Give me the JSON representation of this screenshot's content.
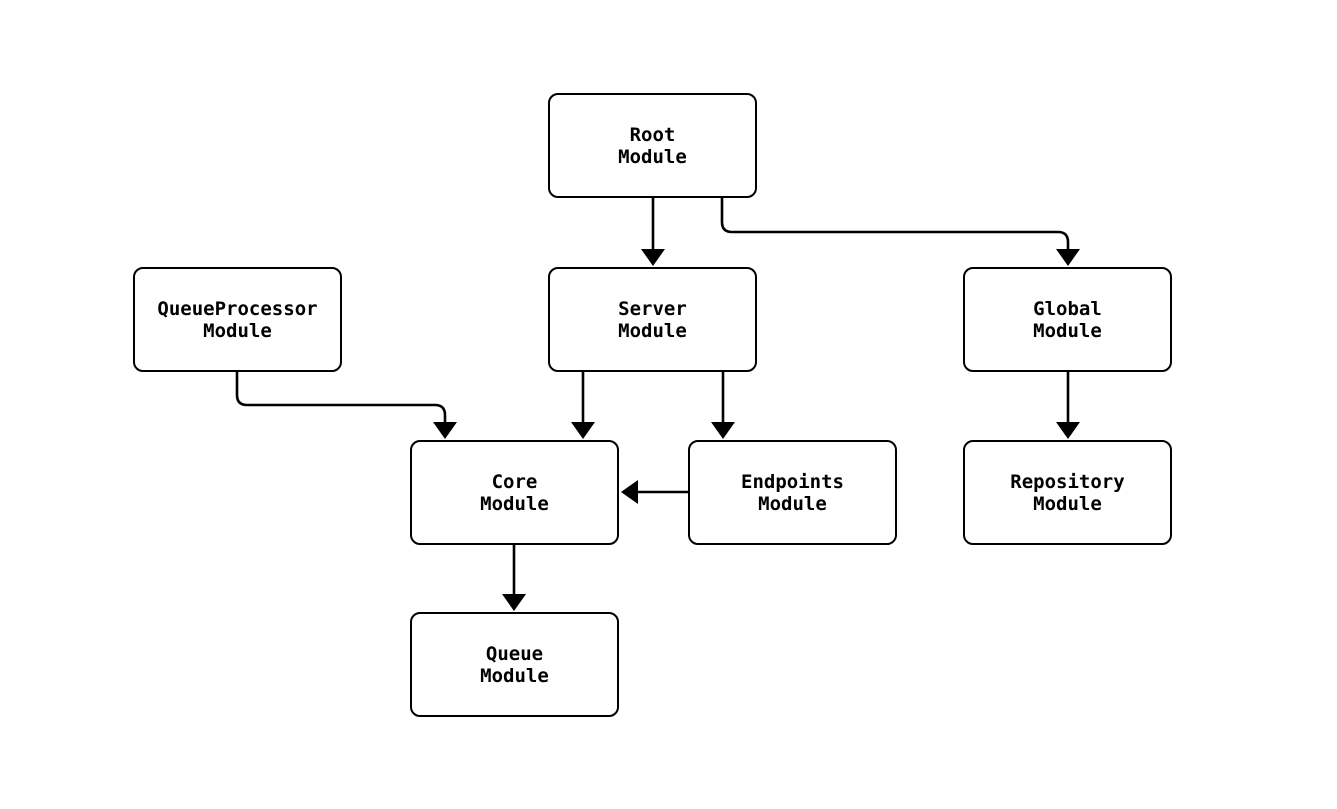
{
  "diagram": {
    "type": "module-dependency-graph",
    "background_color": "#ffffff",
    "node_fill_color": "#ffffff",
    "node_border_color": "#000000",
    "edge_color": "#000000",
    "nodes": [
      {
        "id": "root",
        "line1": "Root",
        "line2": "Module"
      },
      {
        "id": "queueprocessor",
        "line1": "QueueProcessor",
        "line2": "Module"
      },
      {
        "id": "server",
        "line1": "Server",
        "line2": "Module"
      },
      {
        "id": "global",
        "line1": "Global",
        "line2": "Module"
      },
      {
        "id": "core",
        "line1": "Core",
        "line2": "Module"
      },
      {
        "id": "endpoints",
        "line1": "Endpoints",
        "line2": "Module"
      },
      {
        "id": "repository",
        "line1": "Repository",
        "line2": "Module"
      },
      {
        "id": "queue",
        "line1": "Queue",
        "line2": "Module"
      }
    ],
    "edges": [
      {
        "from": "root",
        "to": "server"
      },
      {
        "from": "root",
        "to": "global"
      },
      {
        "from": "queueprocessor",
        "to": "core"
      },
      {
        "from": "server",
        "to": "core"
      },
      {
        "from": "server",
        "to": "endpoints"
      },
      {
        "from": "endpoints",
        "to": "core"
      },
      {
        "from": "global",
        "to": "repository"
      },
      {
        "from": "core",
        "to": "queue"
      }
    ]
  }
}
